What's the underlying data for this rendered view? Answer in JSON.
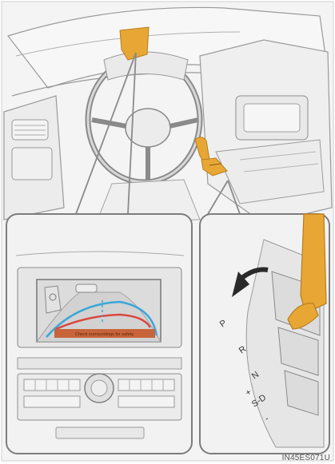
{
  "figure": {
    "id_code": "IN45ES071U",
    "screen_caption": "Check surroundings for safety.",
    "shift_labels": [
      "P",
      "R",
      "N",
      "+",
      "S-D",
      "-"
    ],
    "colors": {
      "highlight": "#e8a735",
      "guide_line": "#3aa7d8",
      "warning_line": "#d9473f",
      "caption_bg": "#c7643a",
      "line_art": "#8a8a8a",
      "panel_bg": "#f2f2f2"
    }
  }
}
